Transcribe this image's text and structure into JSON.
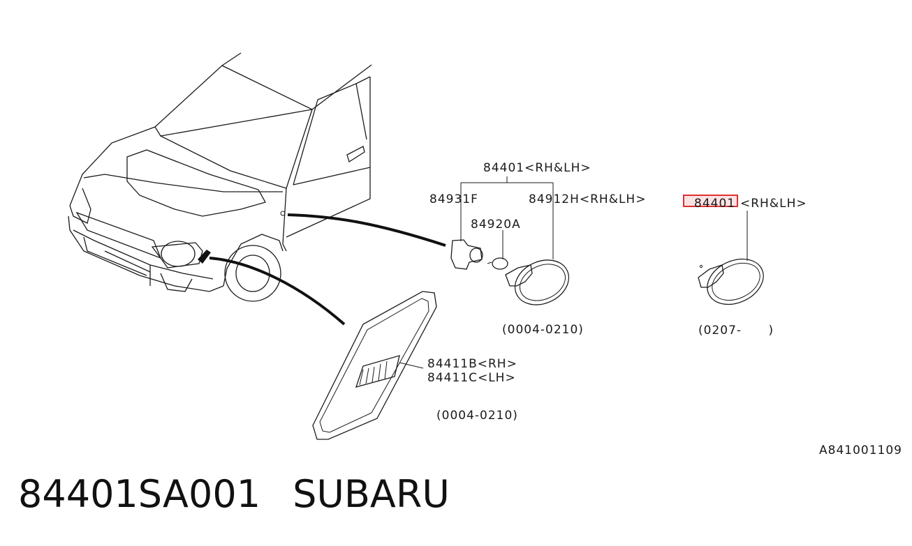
{
  "callouts": {
    "assembly_top": "84401<RH&LH>",
    "socket": "84931F",
    "lens": "84912H<RH&LH>",
    "bulb": "84920A",
    "date_range_left": "(0004-0210)",
    "assembly_right_part": "84401",
    "assembly_right_suffix": "<RH&LH>",
    "date_range_right": "(0207-      )",
    "trim_rh": "84411B<RH>",
    "trim_lh": "84411C<LH>",
    "date_range_trim": "(0004-0210)",
    "diagram_code": "A841001109"
  },
  "footer": {
    "part_number": "84401SA001",
    "brand": "SUBARU"
  },
  "highlight": {
    "color": "#e03030",
    "fill": "#fbe3e3"
  }
}
